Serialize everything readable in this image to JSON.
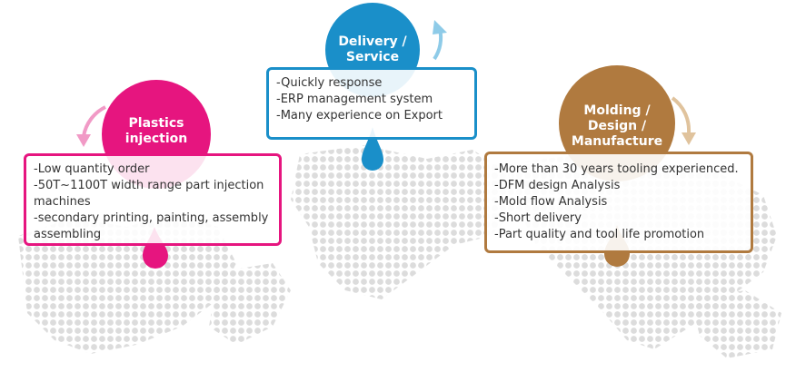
{
  "colors": {
    "pink": "#e6157f",
    "blue": "#1a8fc9",
    "brown": "#b07a3f",
    "map_dots": "#dcdcdc"
  },
  "delivery": {
    "title_line1": "Delivery /",
    "title_line2": "Service",
    "items": [
      "-Quickly response",
      "-ERP management system",
      "-Many experience on Export"
    ]
  },
  "plastics": {
    "title_line1": "Plastics",
    "title_line2": "injection",
    "items": [
      "-Low quantity order",
      "-50T~1100T width range part injection machines",
      "-secondary printing, painting, assembly assembling"
    ]
  },
  "molding": {
    "title_line1": "Molding /",
    "title_line2": "Design /",
    "title_line3": "Manufacture",
    "items": [
      "-More than 30 years tooling experienced.",
      "-DFM design Analysis",
      "-Mold flow Analysis",
      "-Short delivery",
      "-Part quality and tool life promotion"
    ]
  }
}
